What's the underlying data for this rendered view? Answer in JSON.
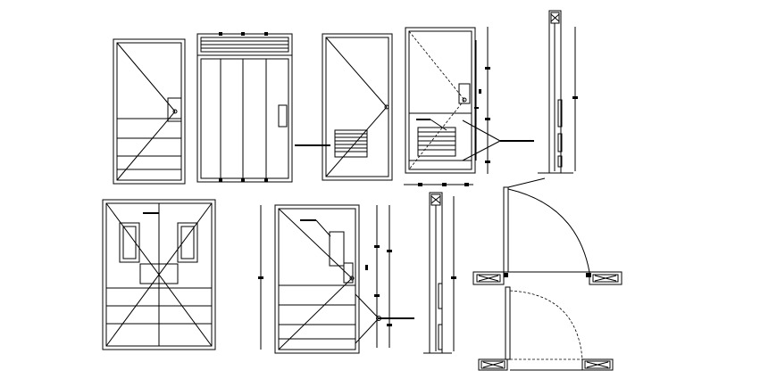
{
  "drawing": {
    "background": "#ffffff",
    "line_color": "#000000",
    "views": [
      {
        "id": "door-elevation-single-1",
        "kind": "elevation"
      },
      {
        "id": "door-elevation-transom-louvered",
        "kind": "elevation"
      },
      {
        "id": "door-elevation-vent-grille",
        "kind": "elevation"
      },
      {
        "id": "door-elevation-dimensioned",
        "kind": "elevation"
      },
      {
        "id": "door-section-top-right",
        "kind": "section"
      },
      {
        "id": "door-elevation-double-vision",
        "kind": "elevation"
      },
      {
        "id": "door-elevation-vision-panel",
        "kind": "elevation"
      },
      {
        "id": "door-section-center",
        "kind": "section"
      },
      {
        "id": "door-plan-swing-upper",
        "kind": "plan"
      },
      {
        "id": "door-plan-swing-lower",
        "kind": "plan"
      }
    ]
  }
}
